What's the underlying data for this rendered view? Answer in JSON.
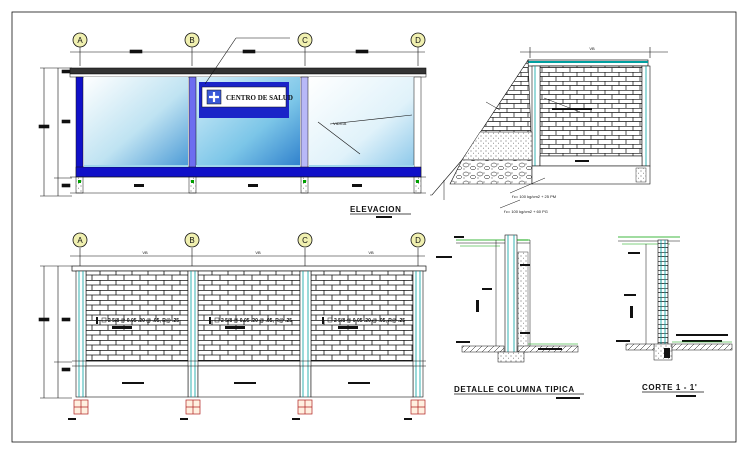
{
  "grid_labels": [
    "A",
    "B",
    "C",
    "D"
  ],
  "elevation": {
    "title": "ELEVACION",
    "sign_text": "CENTRO DE SALUD",
    "glass_note": "VIDRIA"
  },
  "section_detail": {
    "top_label": "VB",
    "foundation_note_1": "f'c= 100 kg/cm2 + 25 PM",
    "foundation_note_2": "f'c= 100 kg/cm2 + 60 PG"
  },
  "wall_elevation": {
    "bay_label": "VB",
    "panel_note": "2 5/8 @ 0.05 .20 @ .05, R@ .25"
  },
  "column_detail": {
    "title": "DETALLE COLUMNA TIPICA"
  },
  "cut_detail": {
    "title": "CORTE 1 - 1'"
  },
  "colors": {
    "line": "#000000",
    "blue": "#1010c8",
    "glass_light": "#e8f6fb",
    "glass_mid": "#9fd6ec",
    "glass_dark": "#3a8bd0",
    "cyan": "#00a0a0",
    "green": "#00a000",
    "bubble": "#f0f0b0"
  }
}
